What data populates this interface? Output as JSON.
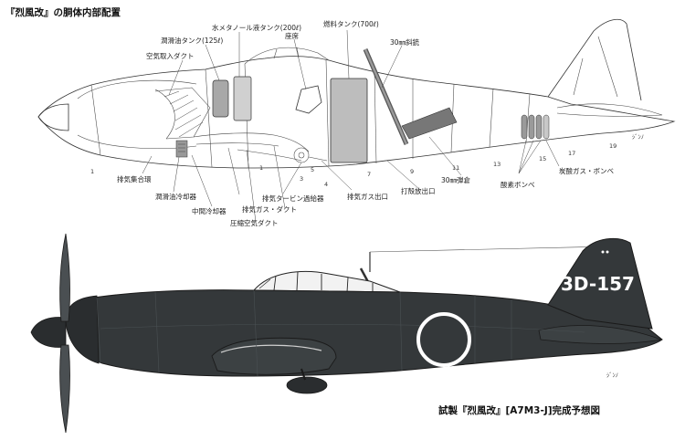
{
  "top_title": "『烈風改』の胴体内部配置",
  "bottom_title": "試製『烈風改』[A7M3-J]完成予想図",
  "tail_code": "3D-157",
  "signature": "ｼﾞﾝﾉ",
  "labels": {
    "water_methanol_tank": "水メタノール液タンク(200ℓ)",
    "lube_oil_tank": "潤滑油タンク(125ℓ)",
    "air_intake_duct": "空気取入ダクト",
    "seat": "座席",
    "fuel_tank": "燃料タンク(700ℓ)",
    "gun_30mm": "30㎜斜銃",
    "exhaust_collector": "排気集合環",
    "oil_cooler": "潤滑油冷却器",
    "intercooler": "中間冷却器",
    "exhaust_turbine_supercharger": "排気タービン過給器",
    "exhaust_gas_duct": "排気ガス・ダクト",
    "compressed_air_duct": "圧縮空気ダクト",
    "exhaust_gas_outlet": "排気ガス出口",
    "ejection_port": "打殻放出口",
    "ammo_30mm": "30㎜弾倉",
    "oxygen_bottle": "酸素ボンベ",
    "co2_bottle": "炭酸ガス・ボンベ"
  },
  "frame_numbers": [
    "1",
    "1",
    "3",
    "4",
    "5",
    "7",
    "9",
    "11",
    "13",
    "15",
    "17",
    "19"
  ],
  "colors": {
    "fuselage": "#34383a",
    "hinomaru_outline": "#ffffff",
    "tank_fill": "#bdbdbd",
    "line": "#333333"
  }
}
